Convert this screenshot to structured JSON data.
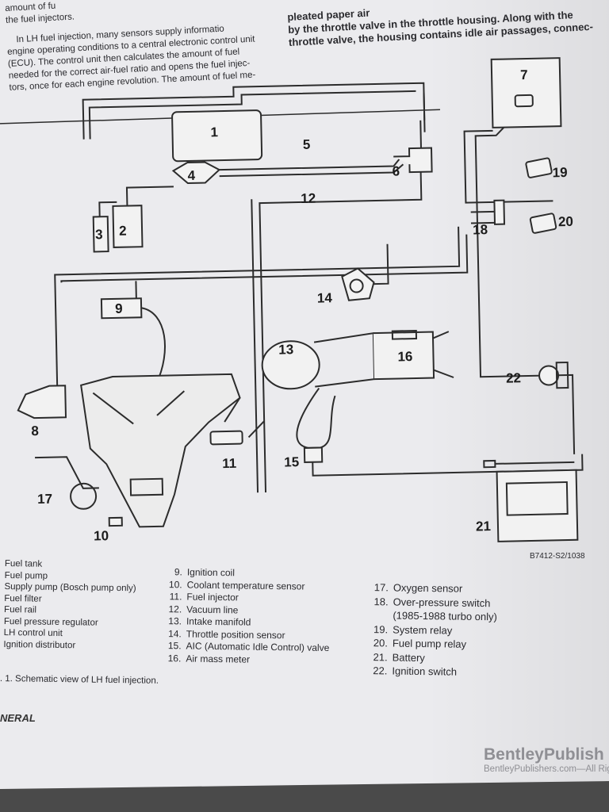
{
  "intro_lines": [
    "amount of fu",
    "the fuel injectors.",
    "In LH fuel injection, many sensors supply informatio",
    "engine operating conditions to a central electronic control unit",
    "(ECU). The control unit then calculates the amount of fuel",
    "needed for the correct air-fuel ratio and opens the fuel injec-",
    "tors, once for each engine revolution. The amount of fuel me-"
  ],
  "right_lines": [
    "pleated paper air",
    "by the throttle valve in the throttle housing. Along with the",
    "throttle valve, the housing contains idle air passages, connec-"
  ],
  "diagram": {
    "callouts": [
      "1",
      "2",
      "3",
      "4",
      "5",
      "6",
      "7",
      "8",
      "9",
      "10",
      "11",
      "12",
      "13",
      "14",
      "15",
      "16",
      "17",
      "18",
      "19",
      "20",
      "21",
      "22"
    ],
    "code": "B7412-S2/1038"
  },
  "legend_col1": [
    {
      "num": "",
      "label": "Fuel tank"
    },
    {
      "num": "",
      "label": "Fuel pump"
    },
    {
      "num": "",
      "label": "Supply pump (Bosch pump only)"
    },
    {
      "num": "",
      "label": "Fuel filter"
    },
    {
      "num": "",
      "label": "Fuel rail"
    },
    {
      "num": "",
      "label": "Fuel pressure regulator"
    },
    {
      "num": "",
      "label": "LH control unit"
    },
    {
      "num": "",
      "label": "Ignition distributor"
    }
  ],
  "legend_col2": [
    {
      "num": "9.",
      "label": "Ignition coil"
    },
    {
      "num": "10.",
      "label": "Coolant temperature sensor"
    },
    {
      "num": "11.",
      "label": "Fuel injector"
    },
    {
      "num": "12.",
      "label": "Vacuum line"
    },
    {
      "num": "13.",
      "label": "Intake manifold"
    },
    {
      "num": "14.",
      "label": "Throttle position sensor"
    },
    {
      "num": "15.",
      "label": "AIC (Automatic Idle Control) valve"
    },
    {
      "num": "16.",
      "label": "Air mass meter"
    }
  ],
  "legend_col3": [
    {
      "num": "17.",
      "label": "Oxygen sensor"
    },
    {
      "num": "18.",
      "label": "Over-pressure switch"
    },
    {
      "num": "",
      "label": "(1985-1988 turbo only)"
    },
    {
      "num": "19.",
      "label": "System relay"
    },
    {
      "num": "20.",
      "label": "Fuel pump relay"
    },
    {
      "num": "21.",
      "label": "Battery"
    },
    {
      "num": "22.",
      "label": "Ignition switch"
    }
  ],
  "caption": ". 1.  Schematic view of LH fuel injection.",
  "section": "NERAL",
  "publisher": {
    "name": "BentleyPublish",
    "url": "BentleyPublishers.com—All Rig"
  }
}
